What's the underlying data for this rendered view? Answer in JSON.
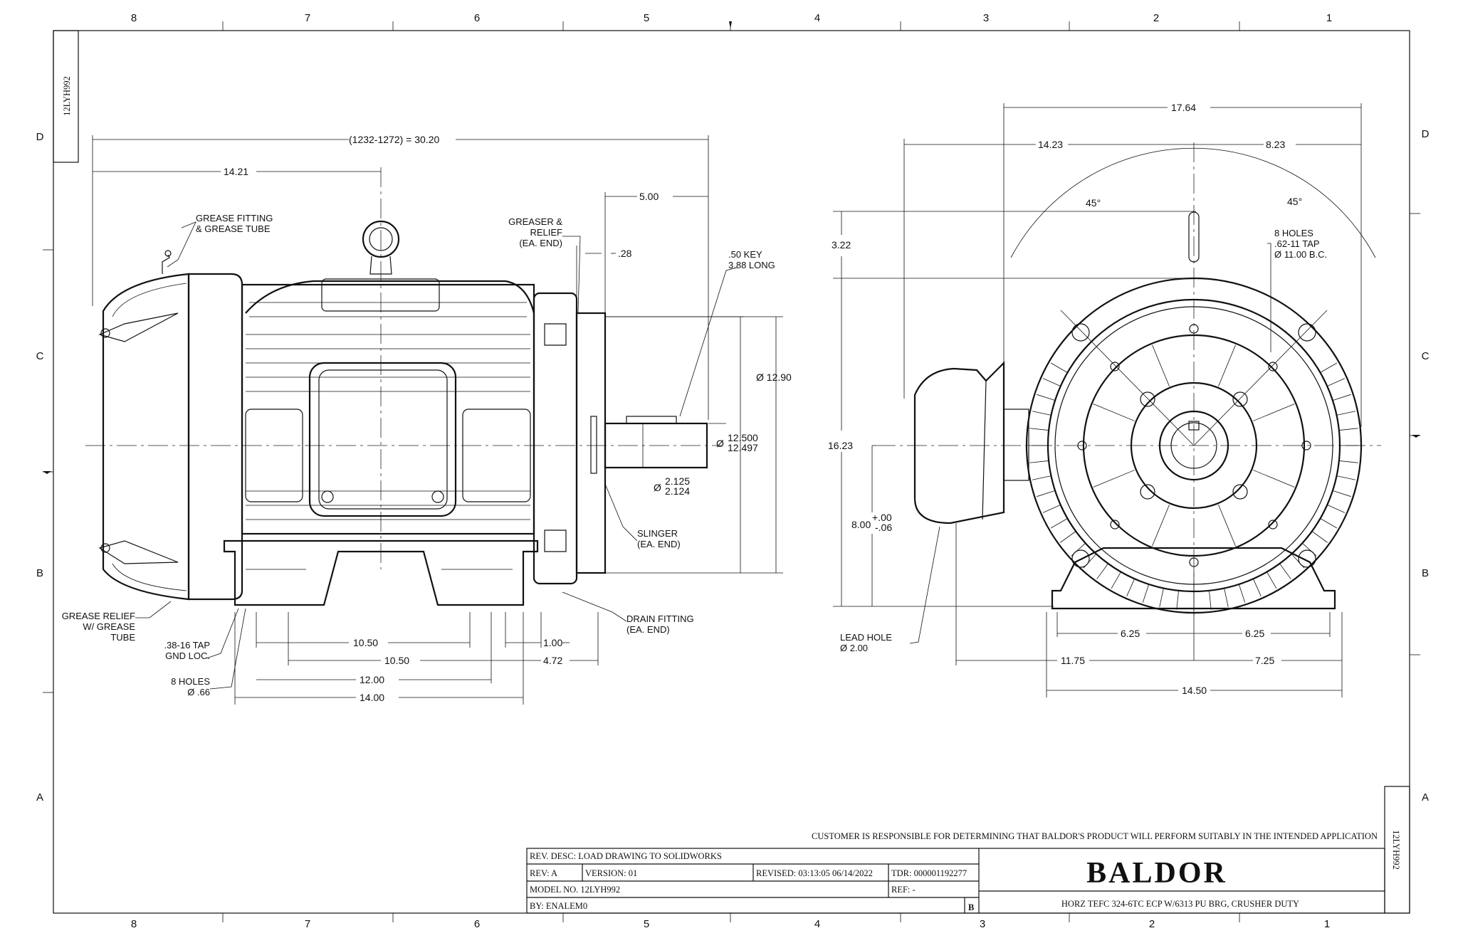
{
  "drawing_number": "12LYH992",
  "border": {
    "columns_top": [
      "8",
      "7",
      "6",
      "5",
      "4",
      "3",
      "2",
      "1"
    ],
    "columns_bottom": [
      "8",
      "7",
      "6",
      "5",
      "4",
      "3",
      "2",
      "1"
    ],
    "rows": [
      "D",
      "C",
      "B",
      "A"
    ]
  },
  "side_view": {
    "overall_length": "(1232-1272) = 30.20",
    "dim_14_21": "14.21",
    "dim_5_00": "5.00",
    "dim_28": ".28",
    "key": ".50 KEY\n3.88 LONG",
    "dia_12_90": "Ø 12.90",
    "dia_12_500": "12.500",
    "dia_12_497": "12.497",
    "dia_2_125": "2.125",
    "dia_2_124": "2.124",
    "dia_symbol": "Ø",
    "dim_10_50_a": "10.50",
    "dim_10_50_b": "10.50",
    "dim_12_00": "12.00",
    "dim_14_00": "14.00",
    "dim_1_00": "1.00",
    "dim_4_72": "4.72",
    "notes": {
      "grease_fitting": "GREASE FITTING\n& GREASE TUBE",
      "greaser_relief": "GREASER &\nRELIEF\n(EA. END)",
      "slinger": "SLINGER\n(EA. END)",
      "drain_fitting": "DRAIN FITTING\n(EA. END)",
      "grease_relief": "GREASE RELIEF\nW/ GREASE\nTUBE",
      "tap_gnd": ".38-16 TAP\nGND LOC.",
      "holes_8": "8 HOLES\nØ .66"
    }
  },
  "end_view": {
    "dim_17_64": "17.64",
    "dim_14_23": "14.23",
    "dim_8_23": "8.23",
    "angle_left": "45°",
    "angle_right": "45°",
    "holes_note": "8 HOLES\n.62-11 TAP\nØ 11.00 B.C.",
    "dim_3_22": "3.22",
    "dim_16_23": "16.23",
    "dim_8_00": "8.00",
    "tol_plus": "+.00",
    "tol_minus": "-.06",
    "lead_hole": "LEAD HOLE\nØ 2.00",
    "dim_6_25_a": "6.25",
    "dim_6_25_b": "6.25",
    "dim_11_75": "11.75",
    "dim_7_25": "7.25",
    "dim_14_50": "14.50"
  },
  "title_block": {
    "disclaimer": "CUSTOMER IS RESPONSIBLE FOR DETERMINING THAT BALDOR'S PRODUCT WILL PERFORM SUITABLY IN THE INTENDED APPLICATION",
    "rev_desc": "REV. DESC: LOAD DRAWING TO SOLIDWORKS",
    "rev": "REV:  A",
    "version": "VERSION:  01",
    "revised": "REVISED:  03:13:05 06/14/2022",
    "tdr": "TDR:  000001192277",
    "model_no": "MODEL NO.  12LYH992",
    "ref": "REF:  -",
    "by": "BY: ENALEM0",
    "size": "B",
    "logo": "BALDOR",
    "description": "HORZ TEFC 324-6TC ECP W/6313 PU BRG, CRUSHER DUTY"
  }
}
